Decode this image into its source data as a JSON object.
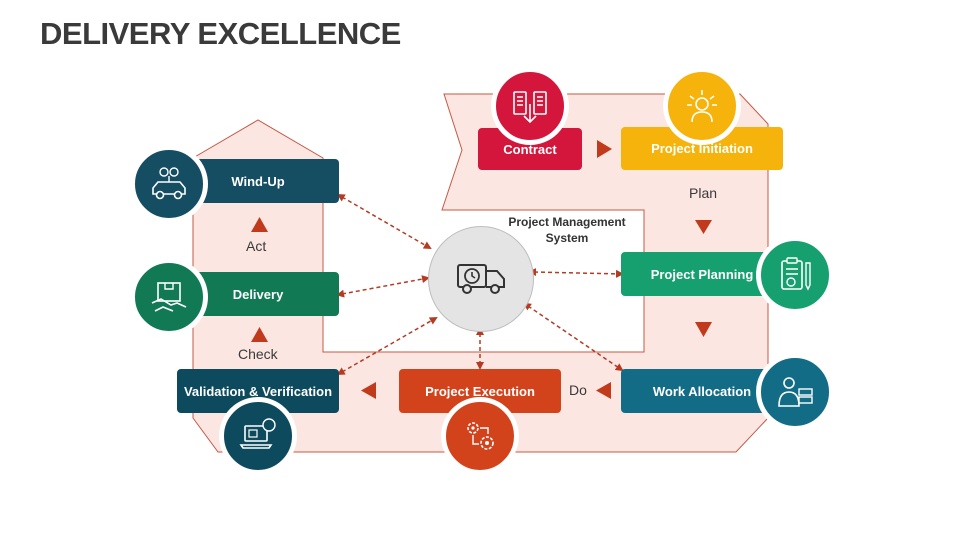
{
  "title": "DELIVERY EXCELLENCE",
  "center": {
    "label_line1": "Project Management",
    "label_line2": "System"
  },
  "phases": {
    "plan": "Plan",
    "do": "Do",
    "check": "Check",
    "act": "Act"
  },
  "steps": {
    "contract": "Contract",
    "project_initiation": "Project Initiation",
    "project_planning": "Project Planning",
    "work_allocation": "Work Allocation",
    "project_execution": "Project Execution",
    "validation_verification": "Validation & Verification",
    "delivery": "Delivery",
    "wind_up": "Wind-Up"
  },
  "colors": {
    "contract": "#d4163c",
    "project_initiation": "#f5b30b",
    "project_planning": "#16a06f",
    "work_allocation": "#136c86",
    "project_execution": "#d2431c",
    "validation_verification": "#0e4a5e",
    "delivery": "#117a55",
    "wind_up": "#154d62",
    "track_fill": "#fbe6e2",
    "track_stroke": "#c45a46",
    "arrow": "#b53a22"
  },
  "icons": {
    "contract": "contract-icon",
    "project_initiation": "idea-person-icon",
    "project_planning": "planning-clipboard-icon",
    "work_allocation": "worker-server-icon",
    "project_execution": "gears-process-icon",
    "validation_verification": "laptop-24-icon",
    "delivery": "handover-box-icon",
    "wind_up": "car-gears-icon",
    "center": "delivery-truck-clock-icon"
  }
}
